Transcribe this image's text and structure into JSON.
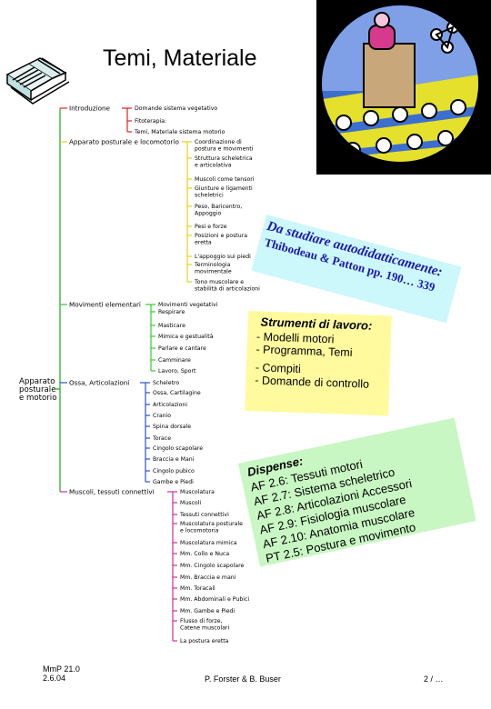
{
  "title": "Temi, Materiale",
  "icons": {
    "left": "books-icon",
    "right": "classroom-lecture-icon"
  },
  "tree": {
    "root": [
      "Apparato",
      "posturale",
      "e motorio"
    ],
    "colors": {
      "trunk": "#1aa51a",
      "red": "#e21f1f",
      "yellow": "#e6d21d",
      "green": "#2fcf2f",
      "blue": "#2d4fd6",
      "magenta": "#cc2ea0"
    },
    "branches": [
      {
        "label": "Introduzione",
        "color": "red",
        "children": [
          "Domande sistema vegetativo",
          "Fitoterapia:",
          "Temi, Materiale sistema motorio"
        ]
      },
      {
        "label": "Apparato posturale e locomotorio",
        "color": "yellow",
        "children": [
          [
            "Coordinazione di",
            "postura e movimenti"
          ],
          [
            "Struttura scheletrica",
            "e articolativa"
          ],
          [
            "Muscoli come tensori"
          ],
          [
            "Giunture e ligamenti",
            "scheletrici"
          ],
          [
            "Peso, Baricentro,",
            "Appoggio"
          ],
          [
            "Pesi e forze"
          ],
          [
            "Posizioni e postura",
            "eretta"
          ],
          [
            "L'appoggio sui piedi"
          ],
          [
            "Terminologia",
            "movimentale"
          ],
          [
            "Tono muscolare e",
            "stabilità di articolazioni"
          ]
        ]
      },
      {
        "label": "Movimenti elementari",
        "color": "green",
        "children": [
          "Movimenti vegetativi",
          "Respirare",
          "Masticare",
          "Mimica e gestualità",
          "Parlare e cantare",
          "Camminare",
          "Lavoro, Sport"
        ]
      },
      {
        "label": "Ossa, Articolazioni",
        "color": "blue",
        "children": [
          "Scheletro",
          "Ossa, Cartilagine",
          "Articolazioni",
          "Cranio",
          "Spina dorsale",
          "Torace",
          "Cingolo scapolare",
          "Braccia e Mani",
          "Cingolo pubico",
          "Gambe e Piedi"
        ]
      },
      {
        "label": "Muscoli, tessuti connettivi",
        "color": "magenta",
        "children": [
          [
            "Muscolatura"
          ],
          [
            "Muscoli"
          ],
          [
            "Tessuti connettivi"
          ],
          [
            "Muscolatura posturale",
            "e locomotoria"
          ],
          [
            "Muscolatura mimica"
          ],
          [
            "Mm. Collo e Nuca"
          ],
          [
            "Mm. Cingolo scapolare"
          ],
          [
            "Mm. Braccia e mani"
          ],
          [
            "Mm. Toracali"
          ],
          [
            "Mm. Abdominali e Pubici"
          ],
          [
            "Mm. Gambe e Piedi"
          ],
          [
            "Flusso di forze,",
            "Catene muscolari"
          ],
          [
            "La postura eretta"
          ]
        ]
      }
    ]
  },
  "study_box": {
    "line1": "Da studiare autodidatticamente:",
    "line2": "Thibodeau & Patton pp. 190… 339",
    "bg": "#ccf7fb"
  },
  "tools_box": {
    "heading": "Strumenti di lavoro:",
    "items": [
      "-  Modelli motori",
      "- Programma, Temi",
      "- Compiti",
      "- Domande di controllo"
    ],
    "bg": "#fffa9e"
  },
  "dispense_box": {
    "heading": "Dispense:",
    "items": [
      "AF 2.6: Tessuti motori",
      "AF 2.7: Sistema scheletrico",
      "AF 2.8: Articolazioni Accessori",
      "AF 2.9: Fisiologia muscolare",
      "AF 2.10: Anatomia muscolare",
      "PT 2.5: Postura e movimento"
    ],
    "bg": "#c9f7c3"
  },
  "footer": {
    "left_line1": "MmP 21.0",
    "left_line2": "2.6.04",
    "center": "P. Forster & B. Buser",
    "right": "2 / …"
  }
}
